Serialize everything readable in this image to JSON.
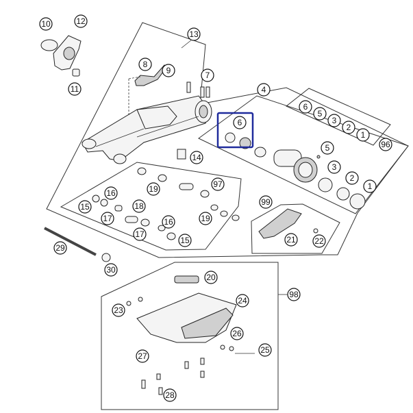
{
  "diagram": {
    "highlight_color": "#1f2b9c",
    "callouts": {
      "c1": "1",
      "c2": "2",
      "c3": "3",
      "c4": "4",
      "c5": "5",
      "c6": "6",
      "c7": "7",
      "c8": "8",
      "c9": "9",
      "c10": "10",
      "c11": "11",
      "c12": "12",
      "c13": "13",
      "c14": "14",
      "c15": "15",
      "c16": "16",
      "c17": "17",
      "c18": "18",
      "c19": "19",
      "c20": "20",
      "c21": "21",
      "c22": "22",
      "c23": "23",
      "c24": "24",
      "c25": "25",
      "c26": "26",
      "c27": "27",
      "c28": "28",
      "c29": "29",
      "c30": "30",
      "c96": "96",
      "c97": "97",
      "c98": "98",
      "c99": "99"
    },
    "kit96_numbers": [
      "6",
      "5",
      "3",
      "2",
      "1"
    ]
  }
}
